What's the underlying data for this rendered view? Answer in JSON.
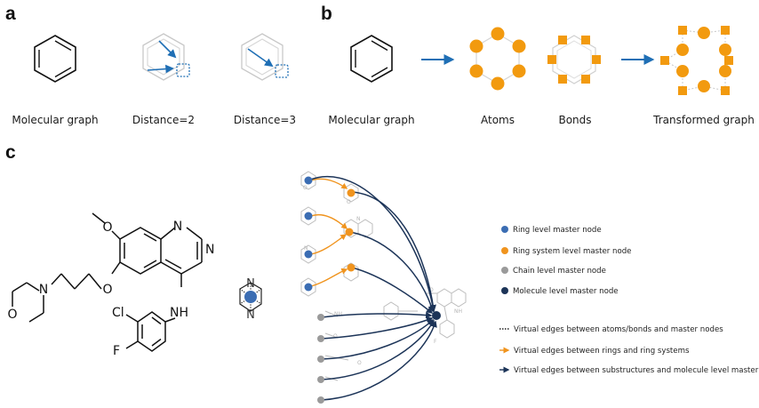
{
  "panels": {
    "a": {
      "letter": "a",
      "captions": [
        "Molecular graph",
        "Distance=2",
        "Distance=3"
      ]
    },
    "b": {
      "letter": "b",
      "captions": [
        "Molecular graph",
        "Atoms",
        "Bonds",
        "Transformed graph"
      ]
    },
    "c": {
      "letter": "c",
      "molecule_atoms": {
        "n1": "N",
        "n2": "N",
        "o_methoxy": "O",
        "o_ether": "O",
        "n_morph": "N",
        "o_morph": "O",
        "nh": "NH",
        "cl": "Cl",
        "f": "F"
      },
      "icon_atoms": [
        "N",
        "N"
      ],
      "fragment_atoms": {
        "o1": "O",
        "o2": "O",
        "nh": "NH",
        "o3": "O",
        "o4": "O",
        "o5": "O",
        "nh2": "NH",
        "f": "F",
        "n1": "N",
        "n2": "N"
      },
      "legend": [
        {
          "label": "Ring level master node",
          "color": "#3b6db3"
        },
        {
          "label": "Ring system level master node",
          "color": "#f0941e"
        },
        {
          "label": "Chain level master node",
          "color": "#9a9a9a"
        },
        {
          "label": "Molecule level master node",
          "color": "#1c3458"
        }
      ],
      "edge_legend": [
        {
          "label": "Virtual edges between atoms/bonds and master nodes",
          "style": "dotted",
          "color": "#222222"
        },
        {
          "label": "Virtual edges between rings and ring systems",
          "style": "arrow",
          "color": "#f0941e"
        },
        {
          "label": "Virtual edges between substructures and molecule level master node",
          "style": "arrow",
          "color": "#1c3458"
        }
      ]
    }
  },
  "colors": {
    "ring": "#3b6db3",
    "ring_system": "#f0941e",
    "chain": "#9a9a9a",
    "molecule": "#1c3458",
    "arrow_blue": "#1f6fb5",
    "atom_orange": "#f29a0f"
  }
}
